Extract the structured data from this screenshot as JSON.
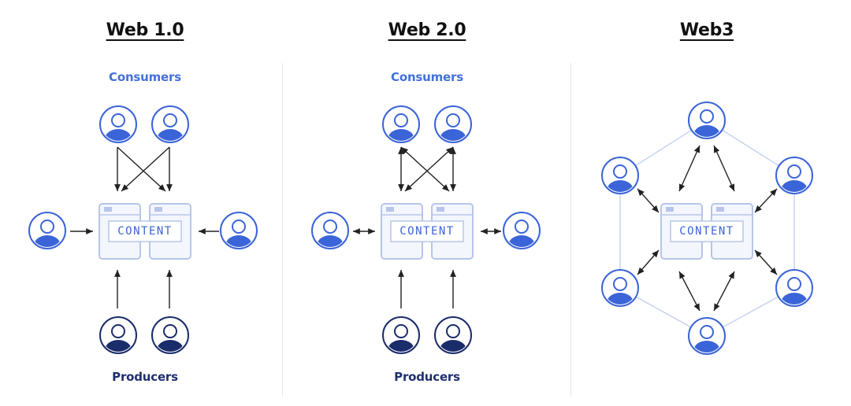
{
  "colors": {
    "consumer_blue": "#3b64d8",
    "producer_navy": "#1b2c6b",
    "content_border": "#b7c5ea",
    "content_fill": "#f3f6fd",
    "label_consumer": "#4470db",
    "label_producer": "#1f2f6e",
    "arrow": "#222222",
    "mesh_line": "#c7d3f0"
  },
  "icons": [
    "user-avatar-icon",
    "content-box-icon",
    "arrow-icon"
  ],
  "panels": [
    {
      "title": "Web 1.0",
      "consumers_label": "Consumers",
      "producers_label": "Producers",
      "content_label": "CONTENT",
      "arrow_style": "one-way to content"
    },
    {
      "title": "Web 2.0",
      "consumers_label": "Consumers",
      "producers_label": "Producers",
      "content_label": "CONTENT",
      "arrow_style": "two-way between consumers and content; producers one-way"
    },
    {
      "title": "Web3",
      "content_label": "CONTENT",
      "arrow_style": "two-way between all users and content; users connected in a ring"
    }
  ]
}
